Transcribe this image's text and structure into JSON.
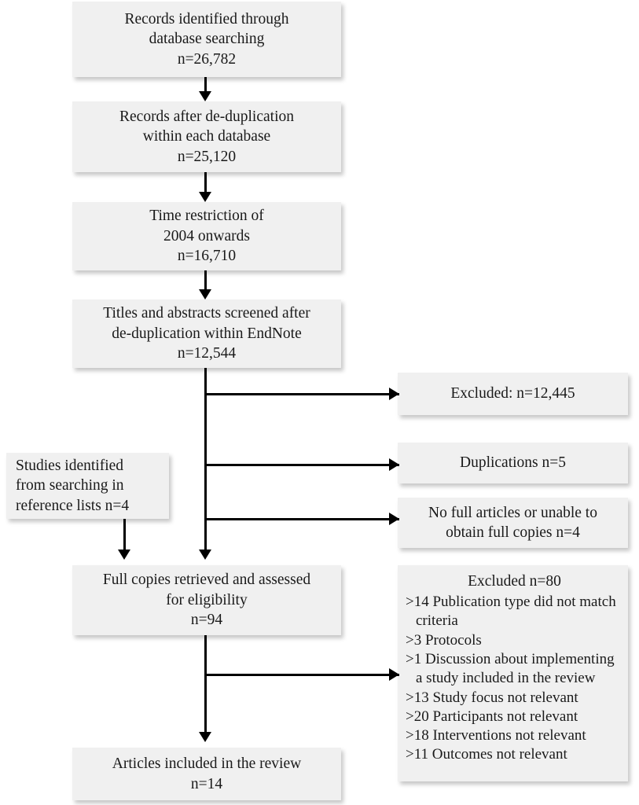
{
  "diagram": {
    "type": "prisma-flow-diagram",
    "colors": {
      "box_fill": "#f0f0f0",
      "text": "#1a1a1a",
      "connector": "#000000",
      "background": "#ffffff"
    }
  },
  "boxes": {
    "identified": {
      "line1": "Records identified through",
      "line2": "database searching",
      "line3": "n=26,782"
    },
    "dedup_database": {
      "line1": "Records after de-duplication",
      "line2": "within each database",
      "line3": "n=25,120"
    },
    "time_restriction": {
      "line1": "Time restriction of",
      "line2": "2004 onwards",
      "line3": "n=16,710"
    },
    "titles_abstracts": {
      "line1": "Titles and abstracts screened after",
      "line2": "de-duplication within EndNote",
      "line3": "n=12,544"
    },
    "excluded_screening": {
      "line1": "Excluded: n=12,445"
    },
    "duplications": {
      "line1": "Duplications n=5"
    },
    "no_full_articles": {
      "line1": "No full articles or unable to",
      "line2": "obtain full copies n=4"
    },
    "reference_lists": {
      "line1": "Studies identified",
      "line2": "from searching in",
      "line3": "reference lists n=4"
    },
    "full_copies": {
      "line1": "Full copies retrieved and assessed",
      "line2": "for eligibility",
      "line3": "n=94"
    },
    "excluded_eligibility": {
      "title": "Excluded n=80",
      "reasons": [
        ">14 Publication type did not match criteria",
        ">3 Protocols",
        ">1 Discussion about implementing a study included in the review",
        ">13 Study focus not relevant",
        ">20 Participants not relevant",
        ">18 Interventions not relevant",
        ">11 Outcomes not relevant"
      ]
    },
    "included": {
      "line1": "Articles included in the review",
      "line2": "n=14"
    }
  }
}
